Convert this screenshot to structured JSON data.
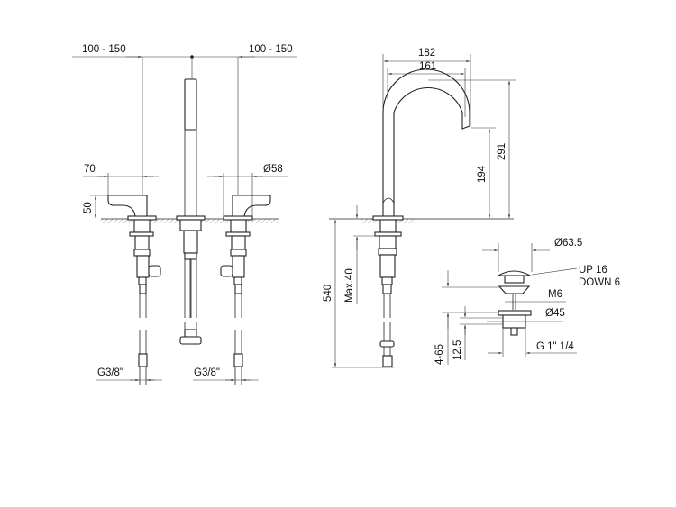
{
  "front_view": {
    "spacing_left": "100 - 150",
    "spacing_right": "100 - 150",
    "handle_length": "70",
    "handle_height": "50",
    "base_diameter": "Ø58",
    "connection_left": "G3/8\"",
    "connection_right": "G3/8\""
  },
  "side_view": {
    "overall_projection": "182",
    "spout_projection": "161",
    "overall_height": "291",
    "spout_height": "194",
    "hose_length": "540",
    "deck_thickness": "Max.40"
  },
  "waste_detail": {
    "cap_diameter": "Ø63.5",
    "travel_up": "UP 16",
    "travel_down": "DOWN 6",
    "rod_thread": "M6",
    "flange_diameter": "Ø45",
    "thread": "G 1\" 1/4",
    "basin_thickness": "4-65",
    "flange_height": "12.5"
  }
}
